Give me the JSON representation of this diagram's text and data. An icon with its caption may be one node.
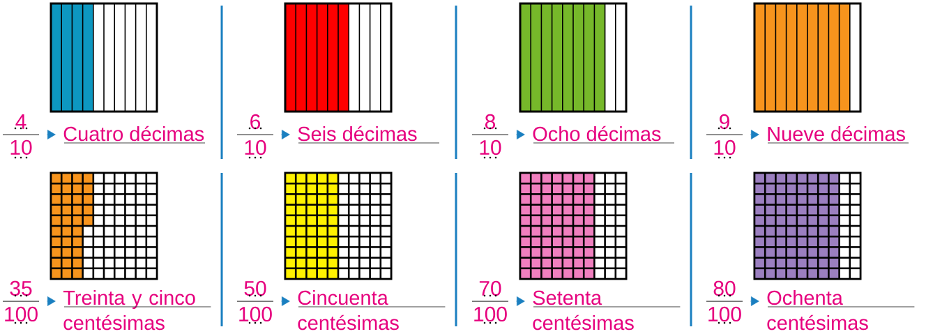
{
  "diagram": {
    "nodes": [
      {
        "text": [
          "4",
          "10"
        ]
      },
      {
        "text": [
          "Cuatro décimas"
        ]
      },
      {
        "text": [
          "6",
          "10"
        ]
      },
      {
        "text": [
          "Seis décimas"
        ]
      },
      {
        "text": [
          "8",
          "10"
        ]
      },
      {
        "text": [
          "Ocho décimas"
        ]
      },
      {
        "text": [
          "9",
          "10"
        ]
      },
      {
        "text": [
          "Nueve décimas"
        ]
      },
      {
        "text": [
          "35",
          "100"
        ]
      },
      {
        "text": [
          "Treinta y cinco centésimas"
        ]
      },
      {
        "text": [
          "50",
          "100"
        ]
      },
      {
        "text": [
          "Cincuenta centésimas"
        ]
      },
      {
        "text": [
          "70",
          "100"
        ]
      },
      {
        "text": [
          "Setenta centésimas"
        ]
      },
      {
        "text": [
          "80",
          "100"
        ]
      },
      {
        "text": [
          "Ochenta centésimas"
        ]
      }
    ],
    "edges": [
      {
        "from": 0,
        "to": 1,
        "arrow": "to"
      },
      {
        "from": 2,
        "to": 3,
        "arrow": "to"
      },
      {
        "from": 4,
        "to": 5,
        "arrow": "to"
      },
      {
        "from": 6,
        "to": 7,
        "arrow": "to"
      },
      {
        "from": 8,
        "to": 9,
        "arrow": "to"
      },
      {
        "from": 10,
        "to": 11,
        "arrow": "to"
      },
      {
        "from": 12,
        "to": 13,
        "arrow": "to"
      },
      {
        "from": 14,
        "to": 15,
        "arrow": "to"
      }
    ]
  }
}
